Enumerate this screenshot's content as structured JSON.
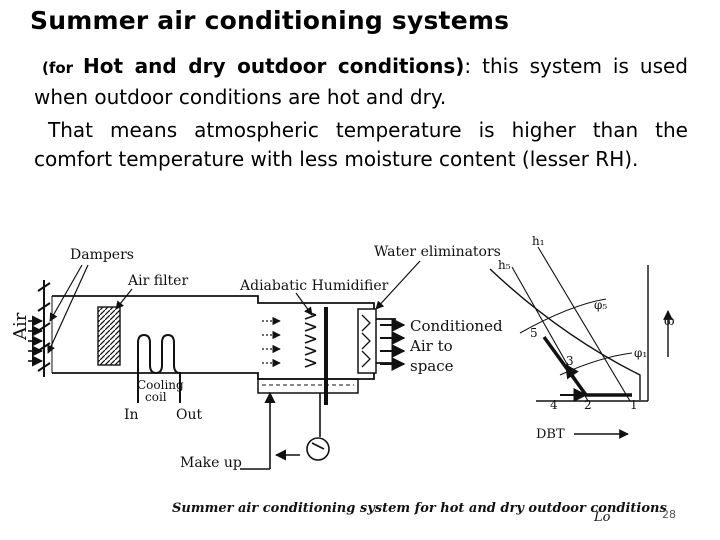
{
  "title": "Summer air conditioning systems",
  "paragraph1": {
    "lead_small": "(for ",
    "lead_bold": "Hot and dry outdoor conditions)",
    "rest": ": this system is used when outdoor conditions  are hot and dry."
  },
  "paragraph2": "That means atmospheric temperature is higher than the comfort temperature with less moisture content (lesser RH).",
  "diagram": {
    "labels": {
      "dampers": "Dampers",
      "air_filter": "Air filter",
      "air": "Air",
      "adiabatic_humidifier": "Adiabatic Humidifier",
      "water_eliminators": "Water eliminators",
      "conditioned": "Conditioned",
      "air_to": "Air to",
      "space": "space",
      "cooling": "Cooling",
      "coil": "coil",
      "coil_in": "In",
      "coil_out": "Out",
      "make_up": "Make up"
    },
    "chart_labels": {
      "h1": "h₁",
      "h5": "h₅",
      "phi5": "φ₅",
      "phi1": "φ₁",
      "omega": "ω",
      "dbt": "DBT",
      "p1": "1",
      "p2": "2",
      "p3": "3",
      "p4": "4",
      "p5": "5"
    },
    "caption": "Summer air conditioning system for hot and dry outdoor conditions",
    "caption_tail": "Lo"
  },
  "slide_number": "28"
}
